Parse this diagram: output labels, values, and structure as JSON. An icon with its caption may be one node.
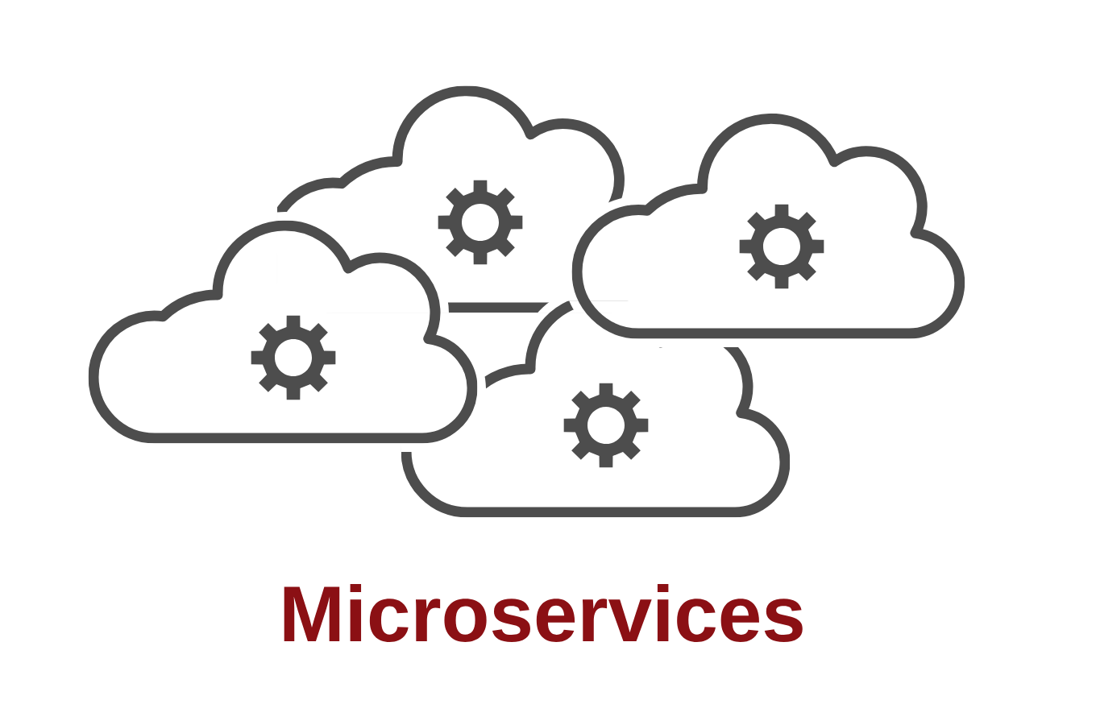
{
  "diagram": {
    "title": "Microservices",
    "nodes": [
      {
        "text": [],
        "shape": "cloud"
      },
      {
        "text": [],
        "shape": "cloud"
      },
      {
        "text": [],
        "shape": "cloud"
      },
      {
        "text": [],
        "shape": "cloud"
      }
    ]
  }
}
